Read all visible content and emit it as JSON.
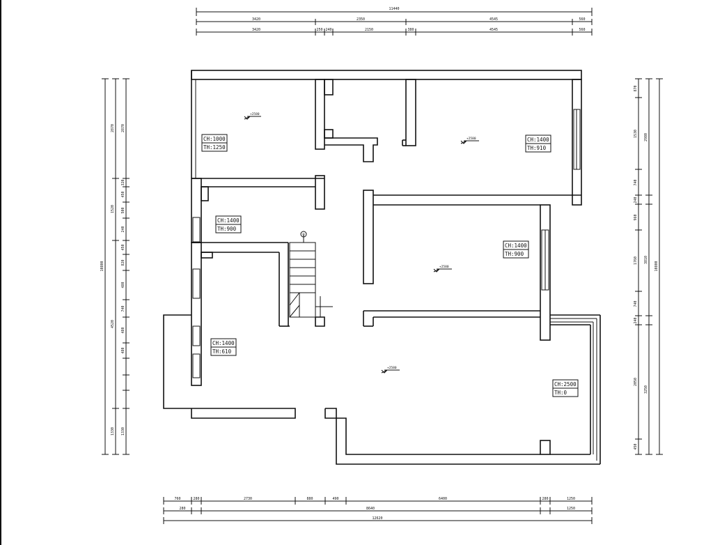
{
  "dims_top": {
    "overall": "11440",
    "row1": [
      "3420",
      "2350",
      "4545",
      "560"
    ],
    "row2": [
      "3420",
      "250",
      "240",
      "2150",
      "380",
      "4545",
      "560"
    ]
  },
  "dims_bottom": {
    "overall": "12620",
    "row1": [
      "760",
      "280",
      "2730",
      "880",
      "490",
      "6400",
      "280",
      "1250"
    ],
    "row2": [
      "280",
      "8640",
      "1250"
    ]
  },
  "dims_left": {
    "overall": "10800",
    "outer": [
      "2870",
      "1520",
      "4520",
      "1330"
    ],
    "inner": [
      "2870",
      "320",
      "450",
      "500",
      "240",
      "450",
      "820",
      "480",
      "740",
      "480",
      "480",
      "1330"
    ]
  },
  "dims_right": {
    "overall": "10800",
    "outer": [
      "2980",
      "3810",
      "3250"
    ],
    "inner": [
      "870",
      "1530",
      "740",
      "240",
      "960",
      "1760",
      "740",
      "240",
      "2050",
      "450"
    ]
  },
  "window_tags": [
    {
      "ch": "CH:1000",
      "th": "TH:1250"
    },
    {
      "ch": "CH:1400",
      "th": "TH:910"
    },
    {
      "ch": "CH:1400",
      "th": "TH:900"
    },
    {
      "ch": "CH:1400",
      "th": "TH:900"
    },
    {
      "ch": "CH:1400",
      "th": "TH:610"
    },
    {
      "ch": "CH:2500",
      "th": "TH:0"
    }
  ],
  "elevation_label": "+2580",
  "stair_marker": "①"
}
